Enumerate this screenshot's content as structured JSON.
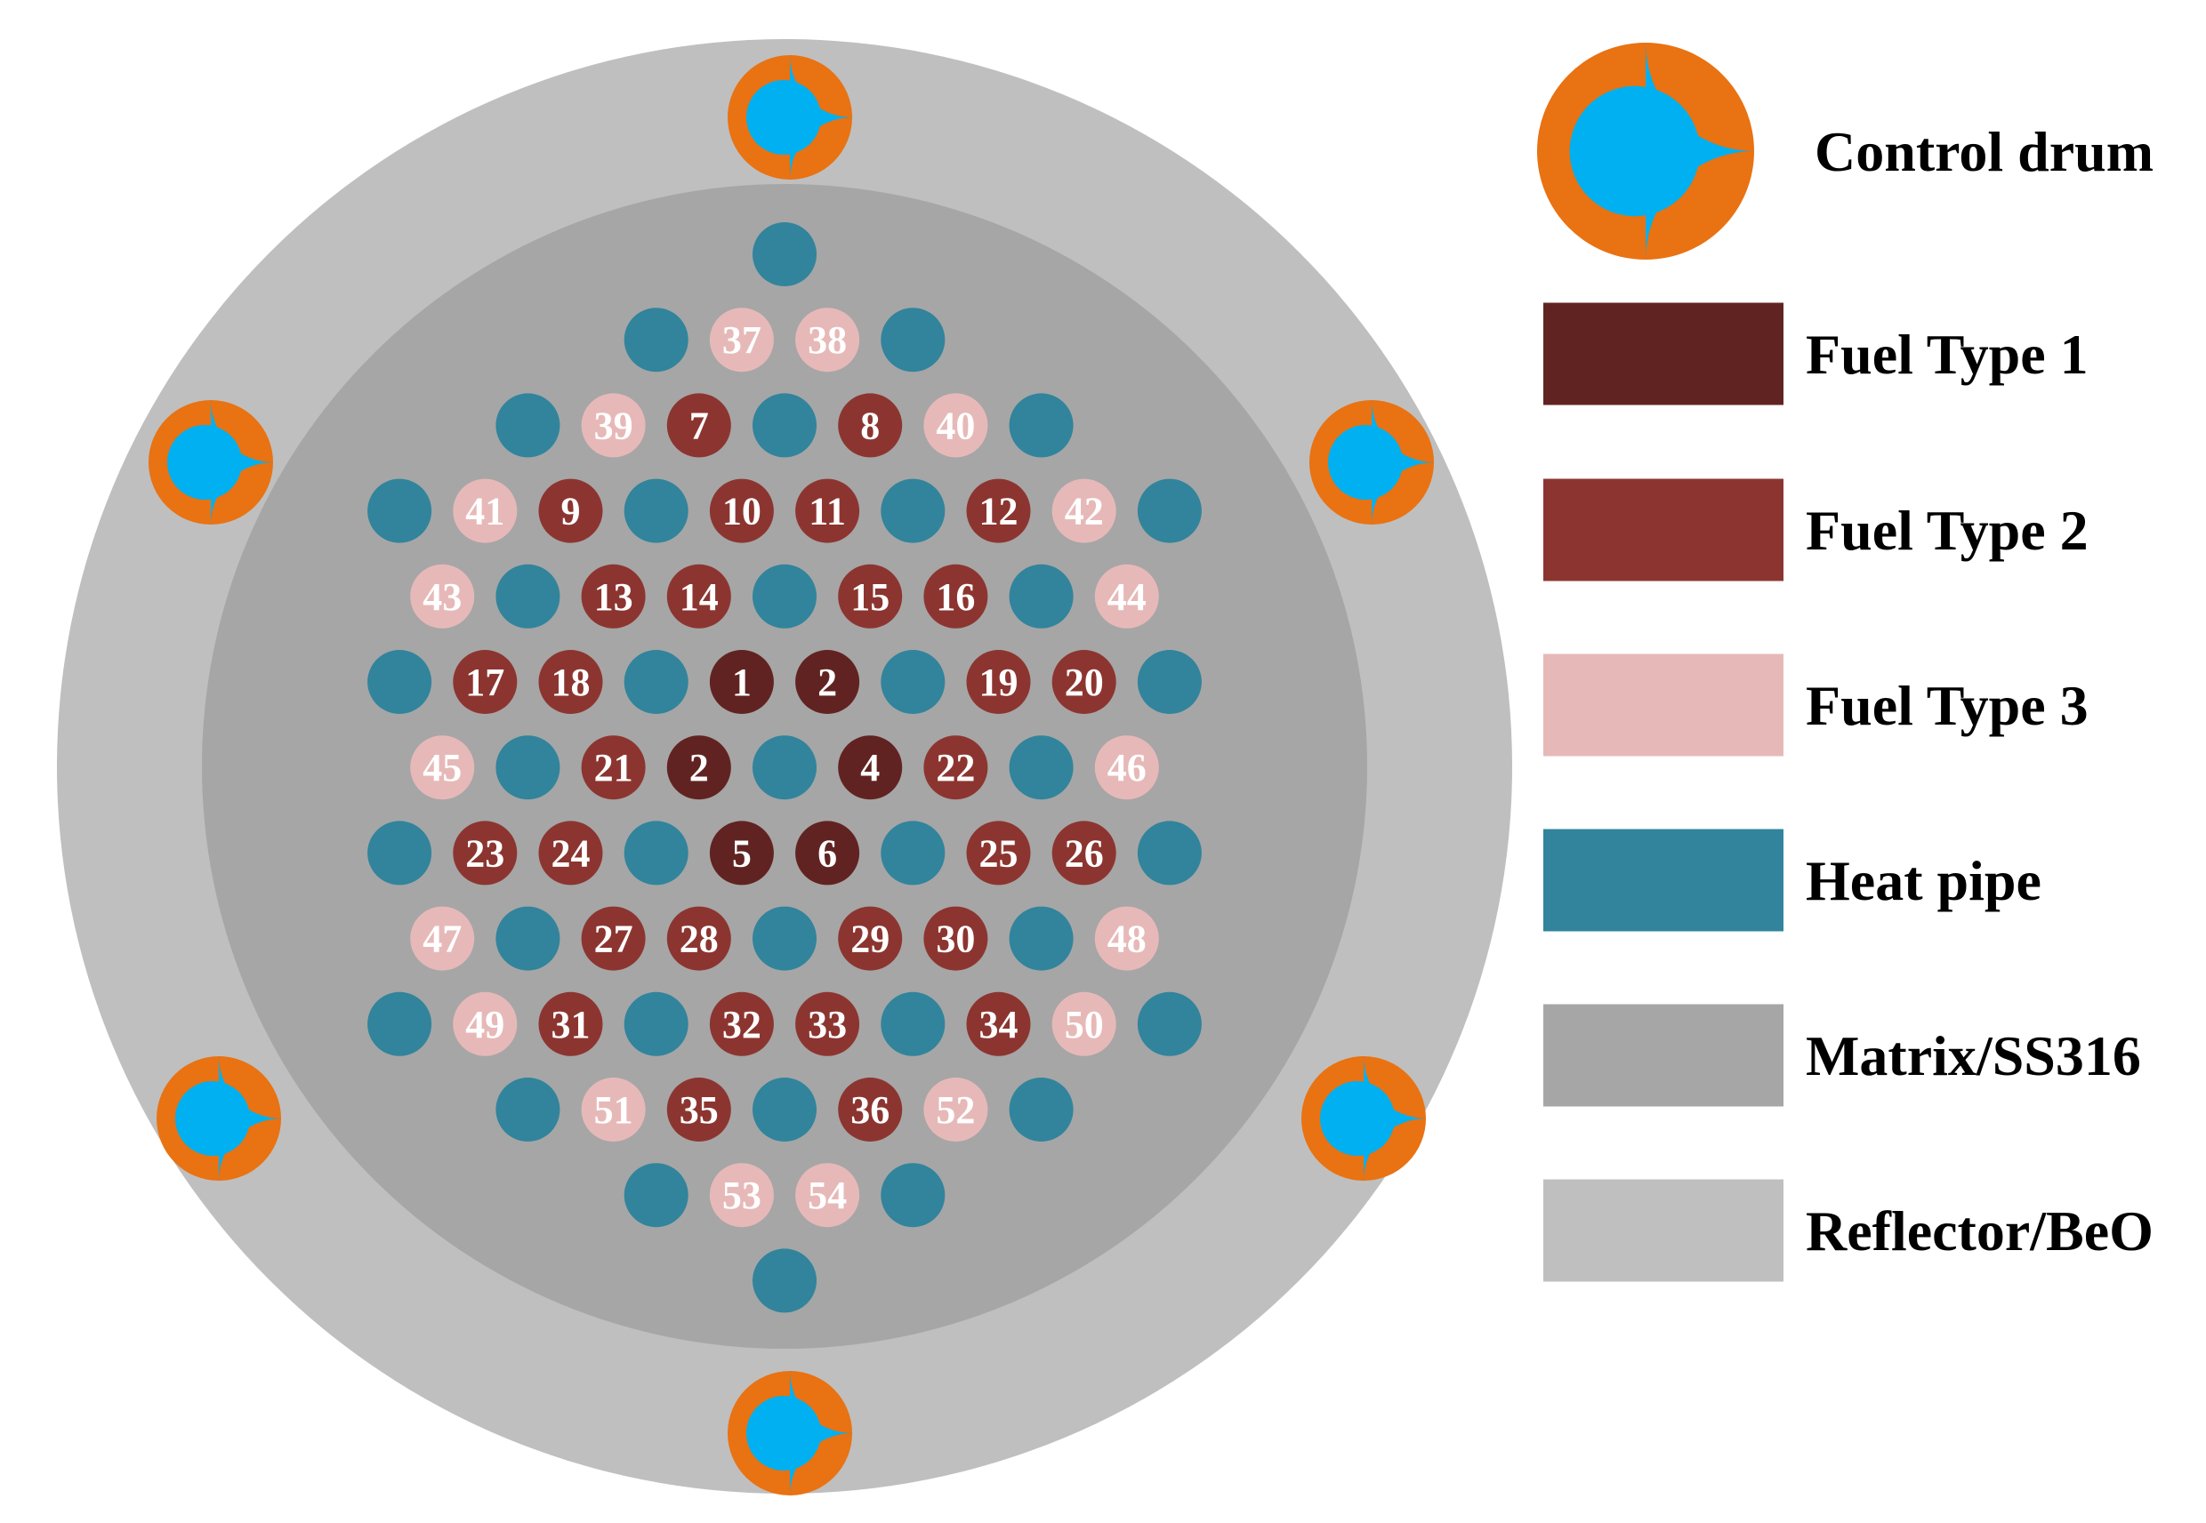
{
  "colors": {
    "background": "#ffffff",
    "reflector": "#bfbfbf",
    "matrix": "#a6a6a6",
    "fuel_type_1": "#612321",
    "fuel_type_2": "#8c3530",
    "fuel_type_3": "#e6b9b8",
    "heat_pipe": "#31849b",
    "drum_absorber": "#e97212",
    "drum_body": "#00b0f0"
  },
  "legend": [
    {
      "key": "control_drum",
      "label": "Control drum",
      "swatch": "drum"
    },
    {
      "key": "fuel_type_1",
      "label": "Fuel Type 1",
      "swatch": "rect"
    },
    {
      "key": "fuel_type_2",
      "label": "Fuel Type 2",
      "swatch": "rect"
    },
    {
      "key": "fuel_type_3",
      "label": "Fuel Type 3",
      "swatch": "rect"
    },
    {
      "key": "heat_pipe",
      "label": "Heat pipe",
      "swatch": "rect"
    },
    {
      "key": "matrix",
      "label": "Matrix/SS316",
      "swatch": "rect"
    },
    {
      "key": "reflector",
      "label": "Reflector/BeO",
      "swatch": "rect"
    }
  ],
  "core_rows": [
    [
      "H"
    ],
    [
      "H",
      "3:37",
      "3:38",
      "H"
    ],
    [
      "H",
      "3:39",
      "2:7",
      "H",
      "2:8",
      "3:40",
      "H"
    ],
    [
      "H",
      "3:41",
      "2:9",
      "H",
      "2:10",
      "2:11",
      "H",
      "2:12",
      "3:42",
      "H"
    ],
    [
      "3:43",
      "H",
      "2:13",
      "2:14",
      "H",
      "2:15",
      "2:16",
      "H",
      "3:44"
    ],
    [
      "H",
      "2:17",
      "2:18",
      "H",
      "1:1",
      "1:2",
      "H",
      "2:19",
      "2:20",
      "H"
    ],
    [
      "3:45",
      "H",
      "2:21",
      "1:2",
      "H",
      "1:4",
      "2:22",
      "H",
      "3:46"
    ],
    [
      "H",
      "2:23",
      "2:24",
      "H",
      "1:5",
      "1:6",
      "H",
      "2:25",
      "2:26",
      "H"
    ],
    [
      "3:47",
      "H",
      "2:27",
      "2:28",
      "H",
      "2:29",
      "2:30",
      "H",
      "3:48"
    ],
    [
      "H",
      "3:49",
      "2:31",
      "H",
      "2:32",
      "2:33",
      "H",
      "2:34",
      "3:50",
      "H"
    ],
    [
      "H",
      "3:51",
      "2:35",
      "H",
      "2:36",
      "3:52",
      "H"
    ],
    [
      "H",
      "3:53",
      "3:54",
      "H"
    ],
    [
      "H"
    ]
  ],
  "control_drums": [
    {
      "name": "drum-top",
      "absorber_facing_deg": 180
    },
    {
      "name": "drum-upper-left",
      "absorber_facing_deg": 180
    },
    {
      "name": "drum-upper-right",
      "absorber_facing_deg": 180
    },
    {
      "name": "drum-lower-left",
      "absorber_facing_deg": 180
    },
    {
      "name": "drum-lower-right",
      "absorber_facing_deg": 180
    },
    {
      "name": "drum-bottom",
      "absorber_facing_deg": 180
    }
  ]
}
